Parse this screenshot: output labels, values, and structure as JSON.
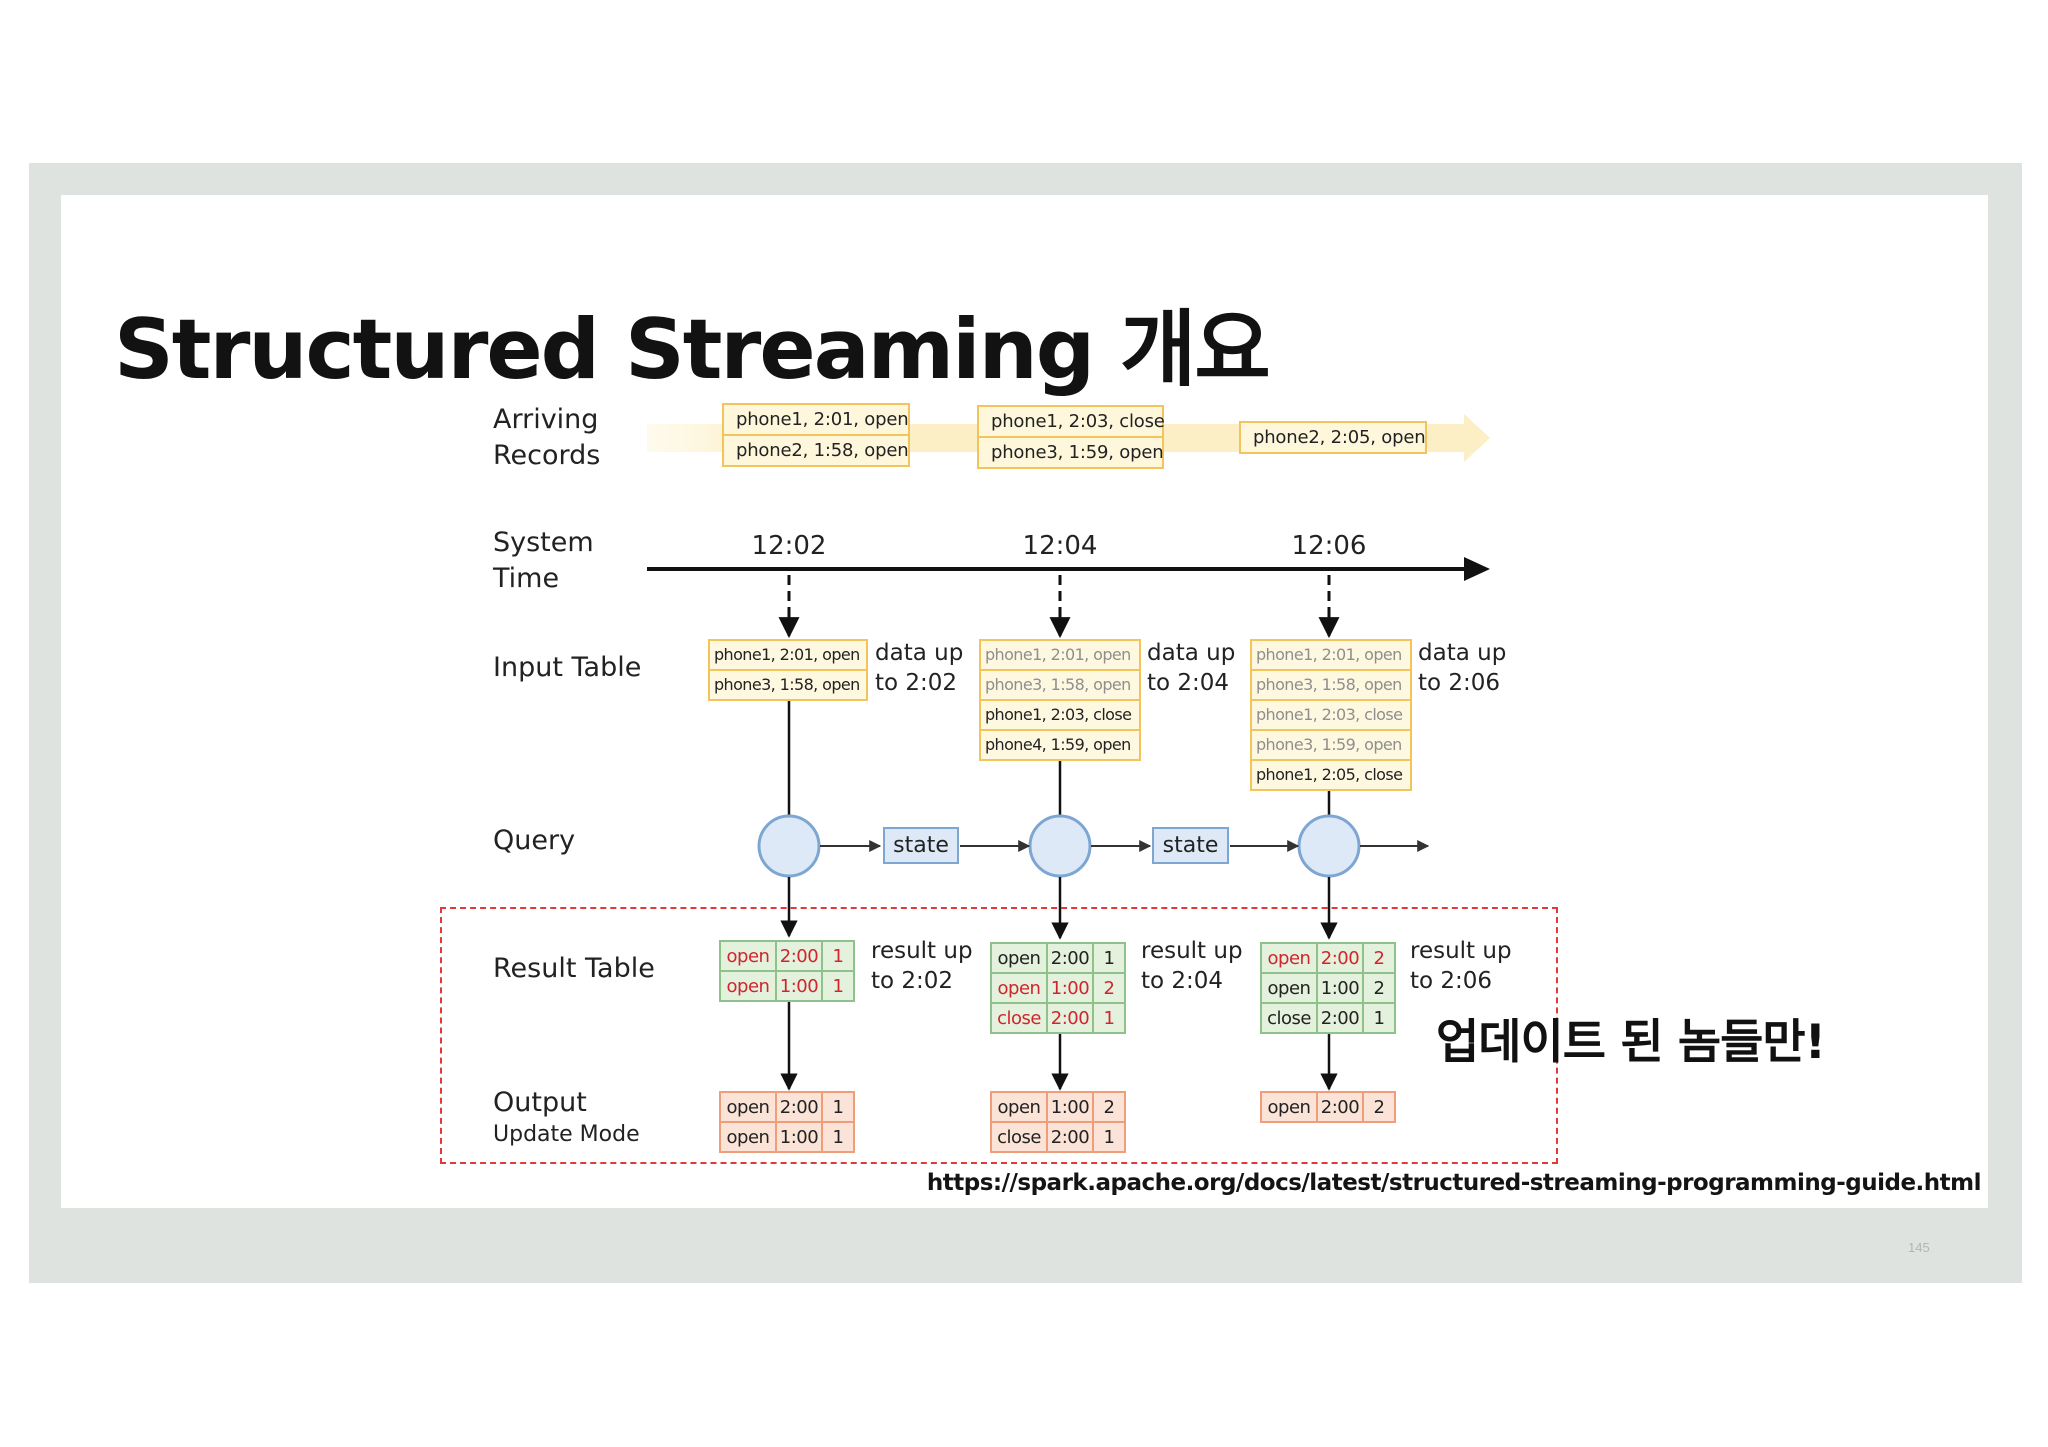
{
  "slide": {
    "title": "Structured Streaming 개요",
    "callout": "업데이트 된 놈들만!",
    "source_url": "https://spark.apache.org/docs/latest/structured-streaming-programming-guide.html",
    "page_number": "145"
  },
  "labels": {
    "arriving_records": "Arriving\nRecords",
    "system_time": "System\nTime",
    "input_table": "Input Table",
    "query": "Query",
    "result_table": "Result Table",
    "output": "Output",
    "output_mode": "Update Mode"
  },
  "arriving_batches": [
    [
      "phone1, 2:01, open",
      "phone2, 1:58, open"
    ],
    [
      "phone1, 2:03, close",
      "phone3, 1:59, open"
    ],
    [
      "phone2, 2:05, open"
    ]
  ],
  "times": [
    "12:02",
    "12:04",
    "12:06"
  ],
  "state_label": "state",
  "columns": [
    {
      "input_rows": [
        {
          "text": "phone1, 2:01, open",
          "faded": false
        },
        {
          "text": "phone3, 1:58, open",
          "faded": false
        }
      ],
      "input_note": "data up\nto 2:02",
      "result_rows": [
        {
          "cells": [
            "open",
            "2:00",
            "1"
          ],
          "updated": [
            true,
            true,
            true
          ]
        },
        {
          "cells": [
            "open",
            "1:00",
            "1"
          ],
          "updated": [
            true,
            true,
            true
          ]
        }
      ],
      "result_note": "result up\nto 2:02",
      "output_rows": [
        [
          "open",
          "2:00",
          "1"
        ],
        [
          "open",
          "1:00",
          "1"
        ]
      ]
    },
    {
      "input_rows": [
        {
          "text": "phone1, 2:01, open",
          "faded": true
        },
        {
          "text": "phone3, 1:58, open",
          "faded": true
        },
        {
          "text": "phone1, 2:03, close",
          "faded": false
        },
        {
          "text": "phone4, 1:59, open",
          "faded": false
        }
      ],
      "input_note": "data up\nto 2:04",
      "result_rows": [
        {
          "cells": [
            "open",
            "2:00",
            "1"
          ],
          "updated": [
            false,
            false,
            false
          ]
        },
        {
          "cells": [
            "open",
            "1:00",
            "2"
          ],
          "updated": [
            true,
            true,
            true
          ]
        },
        {
          "cells": [
            "close",
            "2:00",
            "1"
          ],
          "updated": [
            true,
            true,
            true
          ]
        }
      ],
      "result_note": "result up\nto 2:04",
      "output_rows": [
        [
          "open",
          "1:00",
          "2"
        ],
        [
          "close",
          "2:00",
          "1"
        ]
      ]
    },
    {
      "input_rows": [
        {
          "text": "phone1, 2:01, open",
          "faded": true
        },
        {
          "text": "phone3, 1:58, open",
          "faded": true
        },
        {
          "text": "phone1, 2:03, close",
          "faded": true
        },
        {
          "text": "phone3, 1:59, open",
          "faded": true
        },
        {
          "text": "phone1, 2:05, close",
          "faded": false
        }
      ],
      "input_note": "data up\nto 2:06",
      "result_rows": [
        {
          "cells": [
            "open",
            "2:00",
            "2"
          ],
          "updated": [
            true,
            true,
            true
          ]
        },
        {
          "cells": [
            "open",
            "1:00",
            "2"
          ],
          "updated": [
            false,
            false,
            false
          ]
        },
        {
          "cells": [
            "close",
            "2:00",
            "1"
          ],
          "updated": [
            false,
            false,
            false
          ]
        }
      ],
      "result_note": "result up\nto 2:06",
      "output_rows": [
        [
          "open",
          "2:00",
          "2"
        ]
      ]
    }
  ],
  "colors": {
    "accent_red": "#d0252e",
    "record_fill": "#fff7dc",
    "record_border": "#f2c55c",
    "query_fill": "#dde9f6",
    "result_fill": "#e4f1dc",
    "output_fill": "#fbe4d7"
  }
}
